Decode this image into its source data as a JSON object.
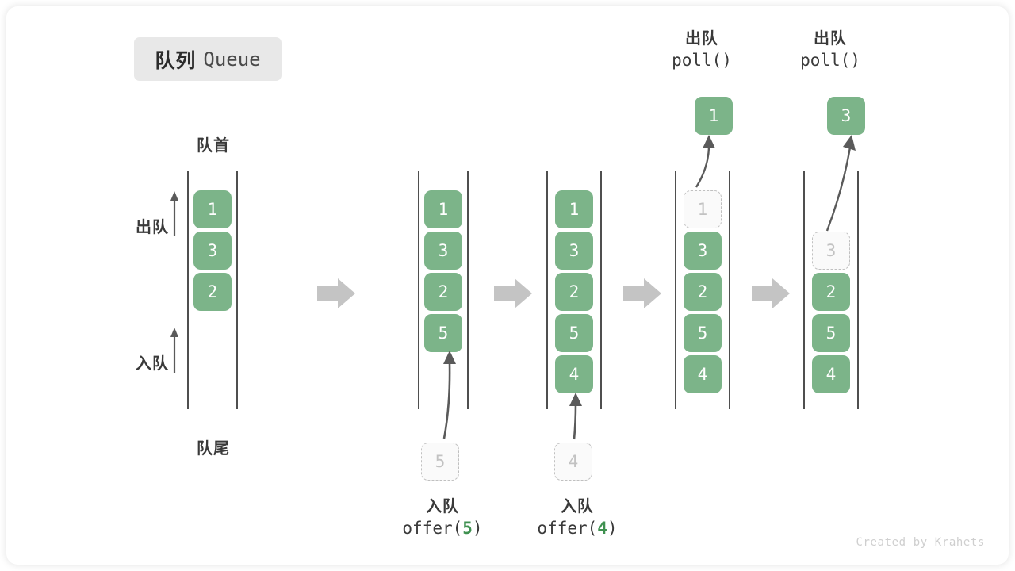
{
  "title": {
    "cn": "队列",
    "en": "Queue"
  },
  "labels": {
    "head": "队首",
    "tail": "队尾",
    "dequeue_side": "出队",
    "enqueue_side": "入队"
  },
  "colors": {
    "cell_fill": "#7cb489",
    "cell_text": "#ffffff",
    "ghost_border": "#c0c0c0",
    "ghost_text": "#c2c2c2",
    "rail": "#4f4f4f",
    "arrow": "#5a5a5a",
    "step_arrow": "#c4c4c4",
    "badge_bg": "#e8e8e8",
    "code_arg": "#3f9150"
  },
  "stages": [
    {
      "name": "initial",
      "cells": [
        {
          "value": "1",
          "ghost": false
        },
        {
          "value": "3",
          "ghost": false
        },
        {
          "value": "2",
          "ghost": false
        }
      ]
    },
    {
      "name": "after-offer-5",
      "cells": [
        {
          "value": "1",
          "ghost": false
        },
        {
          "value": "3",
          "ghost": false
        },
        {
          "value": "2",
          "ghost": false
        },
        {
          "value": "5",
          "ghost": false
        }
      ],
      "bottom_label": {
        "cn": "入队",
        "code_prefix": "offer(",
        "arg": "5",
        "code_suffix": ")"
      },
      "incoming_ghost": "5"
    },
    {
      "name": "after-offer-4",
      "cells": [
        {
          "value": "1",
          "ghost": false
        },
        {
          "value": "3",
          "ghost": false
        },
        {
          "value": "2",
          "ghost": false
        },
        {
          "value": "5",
          "ghost": false
        },
        {
          "value": "4",
          "ghost": false
        }
      ],
      "bottom_label": {
        "cn": "入队",
        "code_prefix": "offer(",
        "arg": "4",
        "code_suffix": ")"
      },
      "incoming_ghost": "4"
    },
    {
      "name": "after-poll-1",
      "cells": [
        {
          "value": "1",
          "ghost": true
        },
        {
          "value": "3",
          "ghost": false
        },
        {
          "value": "2",
          "ghost": false
        },
        {
          "value": "5",
          "ghost": false
        },
        {
          "value": "4",
          "ghost": false
        }
      ],
      "top_label": {
        "cn": "出队",
        "code": "poll()"
      },
      "popped": "1"
    },
    {
      "name": "after-poll-3",
      "cells": [
        {
          "value": "",
          "ghost": false,
          "hidden": true
        },
        {
          "value": "3",
          "ghost": true
        },
        {
          "value": "2",
          "ghost": false
        },
        {
          "value": "5",
          "ghost": false
        },
        {
          "value": "4",
          "ghost": false
        }
      ],
      "top_label": {
        "cn": "出队",
        "code": "poll()"
      },
      "popped": "3"
    }
  ],
  "credit": "Created by Krahets"
}
